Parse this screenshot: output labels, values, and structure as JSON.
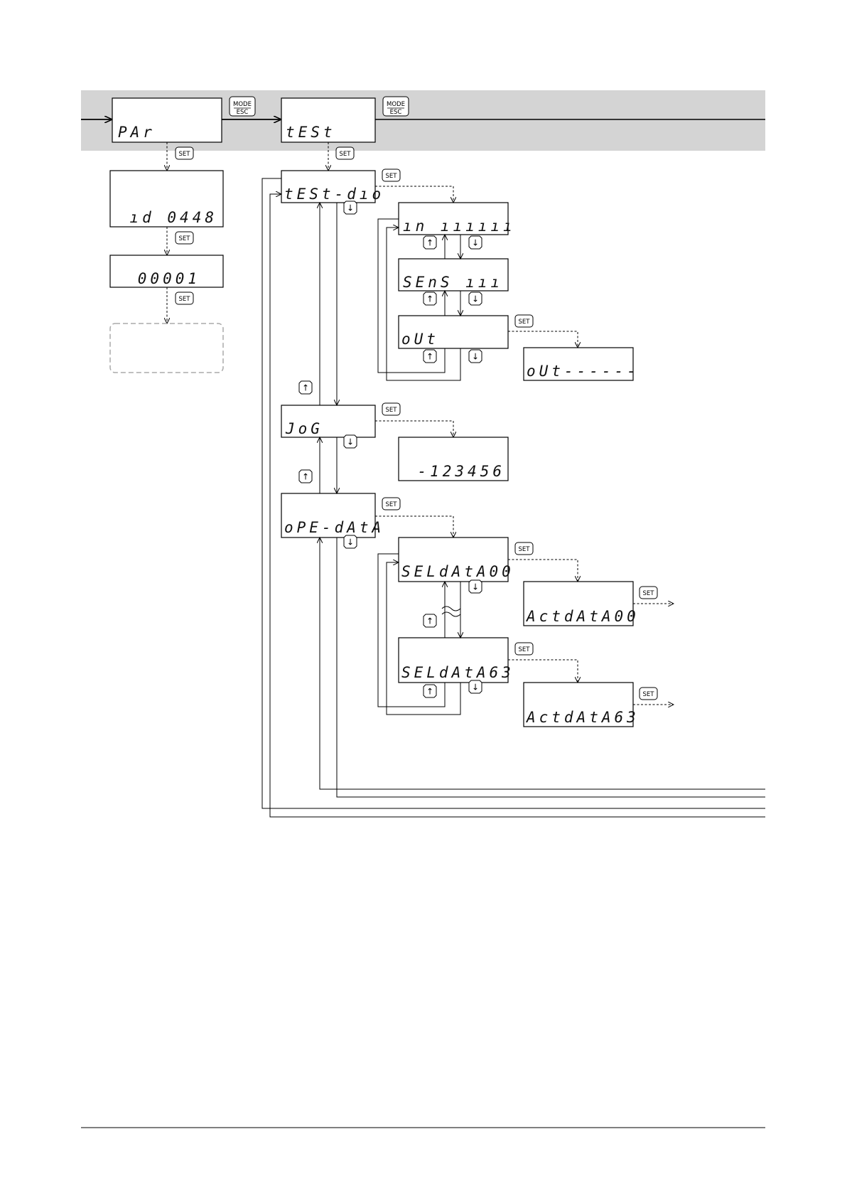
{
  "keys": {
    "mode": "MODE",
    "esc": "ESC",
    "set": "SET",
    "up": "↑",
    "down": "↓"
  },
  "displays": {
    "par": "PAr",
    "test": "tESt",
    "id": "ıd 0448",
    "num": "00001",
    "test_dio": "tESt-dıo",
    "in": "ın ıııııı",
    "sens": "SEnS ııı",
    "out": "oUt",
    "out_detail": "oUt------",
    "jog": "JoG",
    "jog_value": "-123456",
    "ope_data": "oPE-dAtA",
    "sel00": "SELdAtA00",
    "act00": "ActdAtA00",
    "sel63": "SELdAtA63",
    "act63": "ActdAtA63"
  },
  "colors": {
    "band": "#d4d4d4",
    "line": "#000000",
    "placeholder_border": "#aaaaaa"
  }
}
